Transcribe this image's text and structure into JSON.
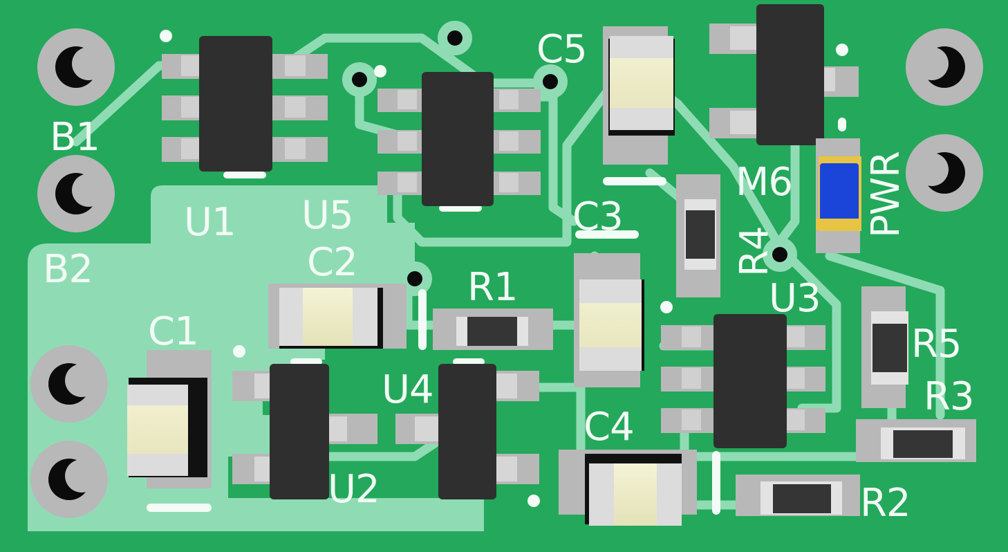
{
  "board": {
    "colors": {
      "soldermask": "#24a85b",
      "copper_pour": "#8fdcb4",
      "trace": "#8fdcb4",
      "pad": "#b8b8b8",
      "ic_body": "#2f2f2f",
      "capacitor_body": "#efeec8",
      "led_body": "#1b45d8",
      "silkscreen": "#f2fbf5",
      "hole": "#0b0b0b"
    }
  },
  "labels": {
    "b1": "B1",
    "b2": "B2",
    "u1": "U1",
    "u5": "U5",
    "c5": "C5",
    "m6": "M6",
    "pwr": "PWR",
    "r4": "R4",
    "c3": "C3",
    "c2": "C2",
    "r1": "R1",
    "u3": "U3",
    "c1": "C1",
    "u4": "U4",
    "u2": "U2",
    "c4": "C4",
    "r5": "R5",
    "r3": "R3",
    "r2": "R2"
  },
  "icons": {
    "mounting_hole": "plated-through-hole-icon",
    "via": "via-icon"
  }
}
